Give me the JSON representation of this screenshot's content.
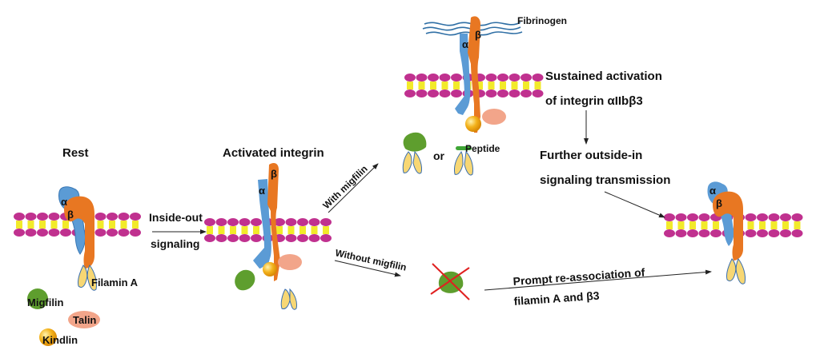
{
  "title": "Migfilin regulation of integrin αIIbβ3 activation",
  "colors": {
    "alpha": "#5b9bd5",
    "beta": "#e87722",
    "membrane_head": "#c0318f",
    "membrane_tail": "#f2ea2a",
    "filamin": "#f7d774",
    "filamin_outline": "#3a6fb0",
    "migfilin": "#5e9e2e",
    "talin": "#f2a58a",
    "kindlin": "#f3b21b",
    "fibrinogen": "#2f6fa5",
    "cross": "#e02020",
    "arrow": "#222222"
  },
  "stages": {
    "rest": {
      "title": "Rest",
      "alpha_label": "α",
      "beta_label": "β",
      "filamin_label": "Filamin A"
    },
    "activated": {
      "title": "Activated integrin",
      "alpha_label": "α",
      "beta_label": "β"
    },
    "with_migfilin": {
      "fibrinogen_label": "Fibrinogen",
      "alpha_label": "α",
      "beta_label": "β",
      "or_label": "or",
      "peptide_label": "Peptide"
    },
    "final": {
      "alpha_label": "α",
      "beta_label": "β"
    }
  },
  "legend": {
    "migfilin": "Migfilin",
    "talin": "Talin",
    "kindlin": "Kindlin"
  },
  "arrows": {
    "inside_out_line1": "Inside-out",
    "inside_out_line2": "signaling",
    "with_migfilin": "With migfilin",
    "without_migfilin": "Without migfilin",
    "sustained_line1": "Sustained activation",
    "sustained_line2": "of integrin αIIbβ3",
    "further_line1": "Further outside-in",
    "further_line2": "signaling transmission",
    "prompt_line1": "Prompt re-association of",
    "prompt_line2": "filamin A and β3"
  }
}
